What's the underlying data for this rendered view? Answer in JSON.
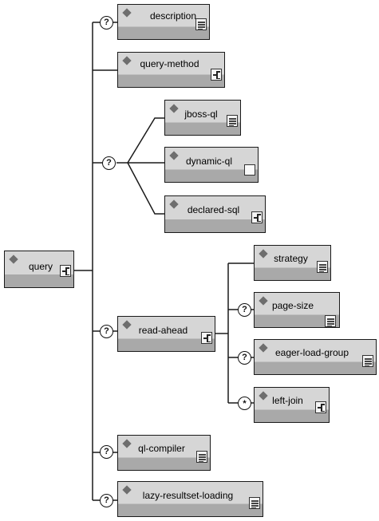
{
  "root": {
    "label": "query",
    "icon": "sequence-icon"
  },
  "children": [
    {
      "id": "description",
      "label": "description",
      "occurrence": "?",
      "icon": "text-icon"
    },
    {
      "id": "query-method",
      "label": "query-method",
      "occurrence": "",
      "icon": "sequence-icon"
    },
    {
      "id": "choice-group",
      "occurrence": "?",
      "options": [
        {
          "id": "jboss-ql",
          "label": "jboss-ql",
          "icon": "text-icon"
        },
        {
          "id": "dynamic-ql",
          "label": "dynamic-ql",
          "icon": "empty-icon"
        },
        {
          "id": "declared-sql",
          "label": "declared-sql",
          "icon": "sequence-icon"
        }
      ]
    },
    {
      "id": "read-ahead",
      "label": "read-ahead",
      "occurrence": "?",
      "icon": "sequence-icon",
      "children": [
        {
          "id": "strategy",
          "label": "strategy",
          "occurrence": "",
          "icon": "text-icon"
        },
        {
          "id": "page-size",
          "label": "page-size",
          "occurrence": "?",
          "icon": "text-icon"
        },
        {
          "id": "eager-load-group",
          "label": "eager-load-group",
          "occurrence": "?",
          "icon": "text-icon"
        },
        {
          "id": "left-join",
          "label": "left-join",
          "occurrence": "*",
          "icon": "sequence-icon"
        }
      ]
    },
    {
      "id": "ql-compiler",
      "label": "ql-compiler",
      "occurrence": "?",
      "icon": "text-icon"
    },
    {
      "id": "lazy-resultset-loading",
      "label": "lazy-resultset-loading",
      "occurrence": "?",
      "icon": "text-icon"
    }
  ],
  "colors": {
    "line": "#1a1a1a",
    "box_top": "#d6d6d6",
    "box_bottom": "#a9a9a9",
    "diamond": "#6e6e6e"
  }
}
